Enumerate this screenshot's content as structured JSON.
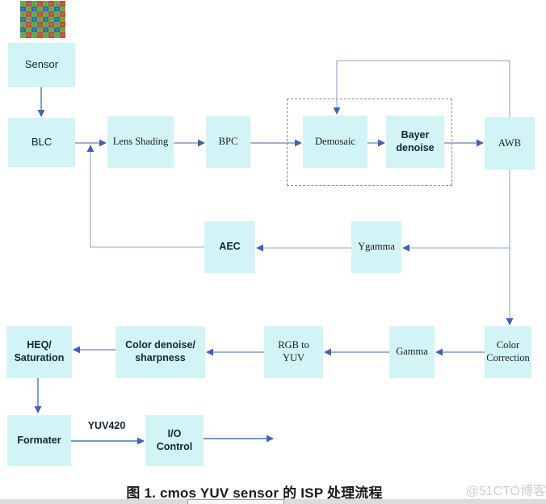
{
  "diagram": {
    "caption": "图 1. cmos YUV sensor 的 ISP 处理流程",
    "watermark": "@51CTO博客",
    "edge_label_yuv420": "YUV420",
    "nodes": {
      "sensor": {
        "label": "Sensor"
      },
      "blc": {
        "label": "BLC"
      },
      "lens_shading": {
        "label": "Lens Shading"
      },
      "bpc": {
        "label": "BPC"
      },
      "demosaic": {
        "label": "Demosaic"
      },
      "bayer_denoise": {
        "label": "Bayer\ndenoise"
      },
      "awb": {
        "label": "AWB"
      },
      "aec": {
        "label": "AEC"
      },
      "ygamma": {
        "label": "Ygamma"
      },
      "color_correction": {
        "label": "Color\nCorrection"
      },
      "gamma": {
        "label": "Gamma"
      },
      "rgb_to_yuv": {
        "label": "RGB to\nYUV"
      },
      "color_denoise": {
        "label": "Color denoise/\nsharpness"
      },
      "heq_saturation": {
        "label": "HEQ/\nSaturation"
      },
      "formater": {
        "label": "Formater"
      },
      "io_control": {
        "label": "I/O\nControl"
      }
    },
    "colors": {
      "node_fill": "#d2f4f7",
      "flow_line": "#4a74c4",
      "feedback_line": "#93a3cc",
      "arrowhead": "#3f62b5",
      "dashed_border": "#8a8a8a",
      "watermark_gray": "#d0d0d0"
    },
    "bayer_pattern": {
      "cols": 8,
      "rows": 7,
      "red": "#c84a3c",
      "green": "#62b046",
      "blue": "#3c66b4",
      "dot": "rgba(20,40,20,0.55)"
    }
  }
}
